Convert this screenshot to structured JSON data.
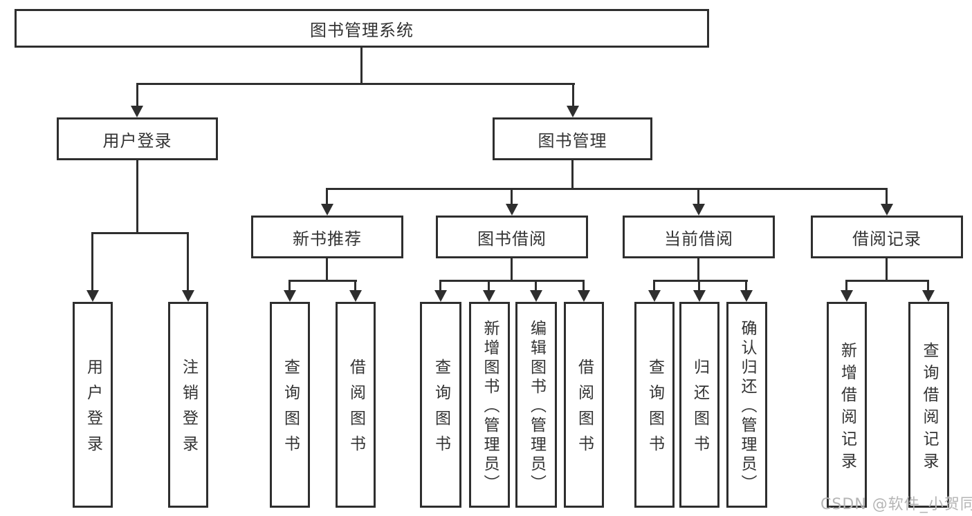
{
  "tree": {
    "label": "图书管理系统",
    "children": [
      {
        "label": "用户登录",
        "children": [
          {
            "label": "用户登录"
          },
          {
            "label": "注销登录"
          }
        ]
      },
      {
        "label": "图书管理",
        "children": [
          {
            "label": "新书推荐",
            "children": [
              {
                "label": "查询图书"
              },
              {
                "label": "借阅图书"
              }
            ]
          },
          {
            "label": "图书借阅",
            "children": [
              {
                "label": "查询图书"
              },
              {
                "label": "新增图书（管理员）"
              },
              {
                "label": "编辑图书（管理员）"
              },
              {
                "label": "借阅图书"
              }
            ]
          },
          {
            "label": "当前借阅",
            "children": [
              {
                "label": "查询图书"
              },
              {
                "label": "归还图书"
              },
              {
                "label": "确认归还（管理员）"
              }
            ]
          },
          {
            "label": "借阅记录",
            "children": [
              {
                "label": "新增借阅记录"
              },
              {
                "label": "查询借阅记录"
              }
            ]
          }
        ]
      }
    ]
  },
  "watermark": {
    "text": "CSDN @软件_小贺同学"
  },
  "colors": {
    "line": "#2e2e2e",
    "text": "#333333",
    "watermark": "#b5b5b5",
    "background": "#ffffff"
  }
}
